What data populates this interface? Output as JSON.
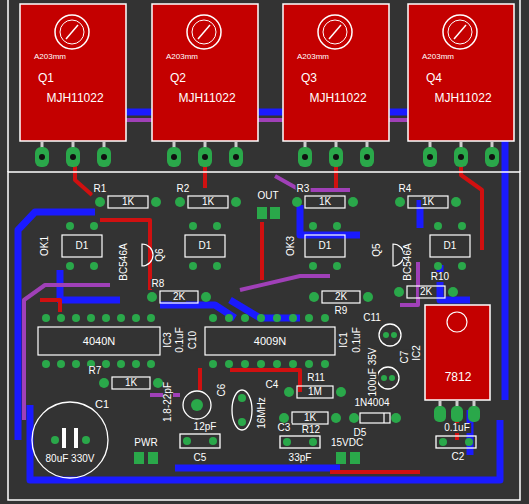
{
  "diagram": {
    "nodes": [
      {
        "text": [
          "A203mm",
          "Q1",
          "MJH11022"
        ]
      },
      {
        "text": [
          "A203mm",
          "Q2",
          "MJH11022"
        ]
      },
      {
        "text": [
          "A203mm",
          "Q3",
          "MJH11022"
        ]
      },
      {
        "text": [
          "A203mm",
          "Q4",
          "MJH11022"
        ]
      },
      {
        "text": [
          "4040N"
        ]
      },
      {
        "text": [
          "4009N"
        ]
      },
      {
        "text": [
          "C1",
          "80uF 330V"
        ]
      },
      {
        "text": [
          "IC2",
          "7812"
        ]
      }
    ],
    "labels": [
      "R1",
      "1K",
      "R2",
      "1K",
      "R3",
      "1K",
      "R4",
      "1K",
      "OUT",
      "OK1",
      "D1",
      "BC546A",
      "Q6",
      "D1",
      "OK3",
      "D1",
      "BC546A",
      "Q5",
      "D1",
      "R8",
      "2K",
      "R9",
      "2K",
      "R10",
      "2K",
      "IC3",
      "0.1uF",
      "C10",
      "IC1",
      "0.1uF",
      "C11",
      "C7",
      "100uF 35V",
      "R7",
      "1K",
      "1.8-22pF",
      "C6",
      "12pF",
      "C5",
      "16MHz",
      "R11",
      "1M",
      "R12",
      "1K",
      "C3",
      "33pF",
      "1N4004",
      "D5",
      "PWR",
      "15VDC",
      "0.1uF",
      "C2",
      "C4"
    ]
  }
}
